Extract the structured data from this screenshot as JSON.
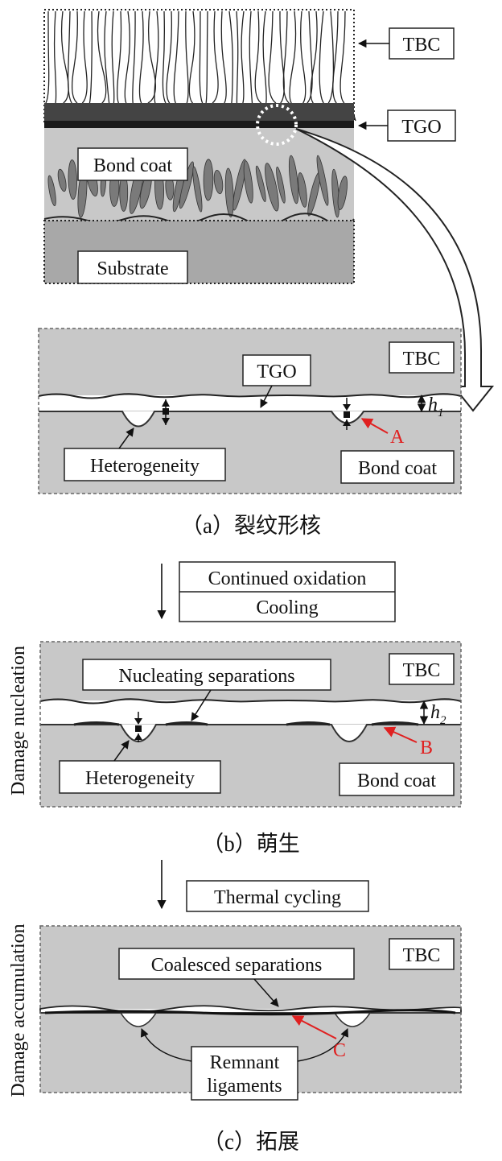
{
  "top_schematic": {
    "tbc_label": "TBC",
    "tgo_label": "TGO",
    "bond_coat_label": "Bond coat",
    "substrate_label": "Substrate"
  },
  "panel_a": {
    "tbc_label": "TBC",
    "tgo_label": "TGO",
    "h_label": "h",
    "h_subscript": "1",
    "heterogeneity_label": "Heterogeneity",
    "point_label": "A",
    "bond_coat_label": "Bond coat",
    "caption": "（a）裂纹形核"
  },
  "step_ab": {
    "line1": "Continued oxidation",
    "line2": "Cooling"
  },
  "panel_b": {
    "side_label": "Damage nucleation",
    "tbc_label": "TBC",
    "separations_label": "Nucleating separations",
    "h_label": "h",
    "h_subscript": "2",
    "heterogeneity_label": "Heterogeneity",
    "point_label": "B",
    "bond_coat_label": "Bond coat",
    "caption": "（b）萌生"
  },
  "step_bc": {
    "label": "Thermal cycling"
  },
  "panel_c": {
    "side_label": "Damage accumulation",
    "tbc_label": "TBC",
    "separations_label": "Coalesced separations",
    "ligaments_line1": "Remnant",
    "ligaments_line2": "ligaments",
    "point_label": "C",
    "caption": "（c）拓展"
  },
  "colors": {
    "annotation_red": "#e02020",
    "layer_gray": "#c8c8c8",
    "substrate_gray": "#a8a8a8"
  }
}
